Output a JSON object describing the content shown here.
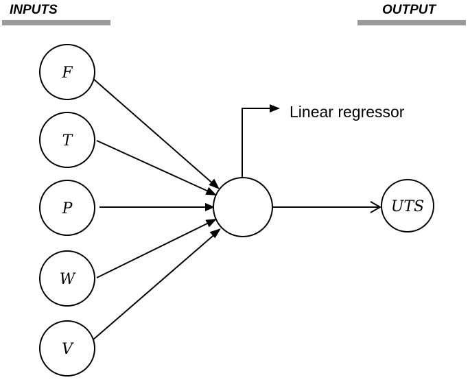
{
  "header": {
    "inputs_label": "INPUTS",
    "output_label": "OUTPUT",
    "bar_color": "#9a9a9a"
  },
  "inputs": [
    {
      "id": "F",
      "label": "F"
    },
    {
      "id": "T",
      "label": "T"
    },
    {
      "id": "P",
      "label": "P"
    },
    {
      "id": "W",
      "label": "W"
    },
    {
      "id": "V",
      "label": "V"
    }
  ],
  "hidden_node": {
    "label": ""
  },
  "regressor": {
    "label": "Linear regressor"
  },
  "output": {
    "label": "UTS"
  }
}
